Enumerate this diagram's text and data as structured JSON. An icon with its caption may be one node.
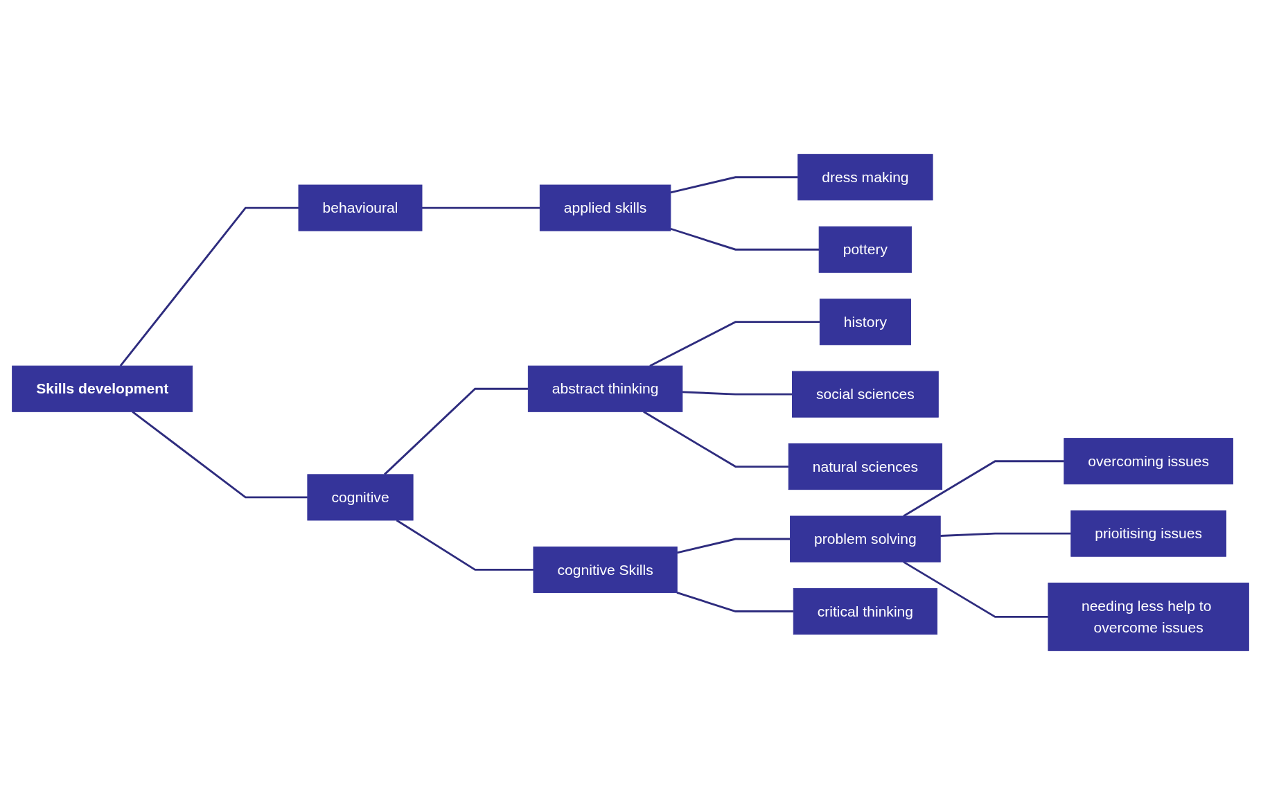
{
  "diagram": {
    "nodes": [
      {
        "text": [
          "Skills development"
        ]
      },
      {
        "text": [
          "behavioural"
        ]
      },
      {
        "text": [
          "applied skills"
        ]
      },
      {
        "text": [
          "dress making"
        ]
      },
      {
        "text": [
          "pottery"
        ]
      },
      {
        "text": [
          "cognitive"
        ]
      },
      {
        "text": [
          "abstract thinking"
        ]
      },
      {
        "text": [
          "history"
        ]
      },
      {
        "text": [
          "social sciences"
        ]
      },
      {
        "text": [
          "natural sciences"
        ]
      },
      {
        "text": [
          "cognitive Skills"
        ]
      },
      {
        "text": [
          "problem solving"
        ]
      },
      {
        "text": [
          "overcoming issues"
        ]
      },
      {
        "text": [
          "prioitising issues"
        ]
      },
      {
        "text": [
          "needing less help to overcome issues"
        ]
      },
      {
        "text": [
          "critical thinking"
        ]
      }
    ],
    "edges": [
      {
        "from": 0,
        "to": 1,
        "arrow": "none"
      },
      {
        "from": 1,
        "to": 2,
        "arrow": "none"
      },
      {
        "from": 2,
        "to": 3,
        "arrow": "none"
      },
      {
        "from": 2,
        "to": 4,
        "arrow": "none"
      },
      {
        "from": 0,
        "to": 5,
        "arrow": "none"
      },
      {
        "from": 5,
        "to": 6,
        "arrow": "none"
      },
      {
        "from": 6,
        "to": 7,
        "arrow": "none"
      },
      {
        "from": 6,
        "to": 8,
        "arrow": "none"
      },
      {
        "from": 6,
        "to": 9,
        "arrow": "none"
      },
      {
        "from": 5,
        "to": 10,
        "arrow": "none"
      },
      {
        "from": 10,
        "to": 11,
        "arrow": "none"
      },
      {
        "from": 11,
        "to": 12,
        "arrow": "none"
      },
      {
        "from": 11,
        "to": 13,
        "arrow": "none"
      },
      {
        "from": 11,
        "to": 14,
        "arrow": "none"
      },
      {
        "from": 10,
        "to": 15,
        "arrow": "none"
      }
    ]
  }
}
